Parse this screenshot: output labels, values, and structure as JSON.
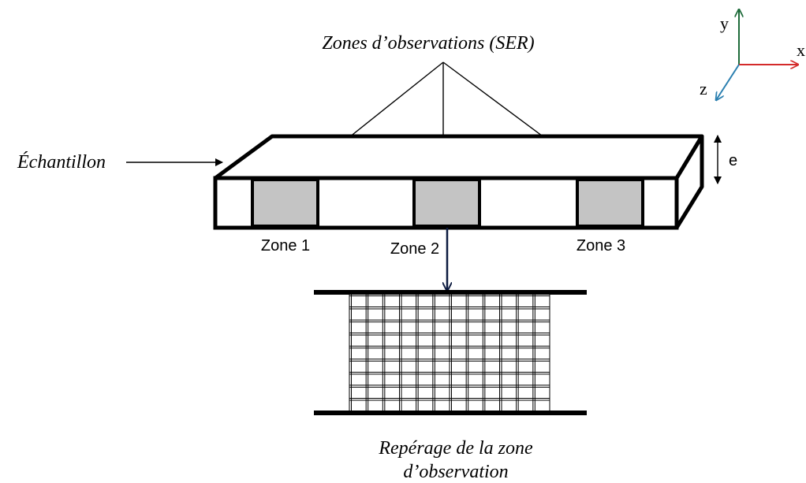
{
  "labels": {
    "observation_zones": "Zones d’observations (SER)",
    "sample": "Échantillon",
    "thickness": "e",
    "zones": [
      "Zone 1",
      "Zone 2",
      "Zone 3"
    ],
    "grid_caption_line1": "Repérage de la zone",
    "grid_caption_line2": "d’observation"
  },
  "axes": {
    "y": "y",
    "x": "x",
    "z": "z"
  },
  "colors": {
    "axis_y": "#1e6b3a",
    "axis_x": "#d42a2a",
    "axis_z": "#2a7fb0",
    "zone_fill": "#c4c4c4",
    "down_arrow": "#0d1b40"
  }
}
